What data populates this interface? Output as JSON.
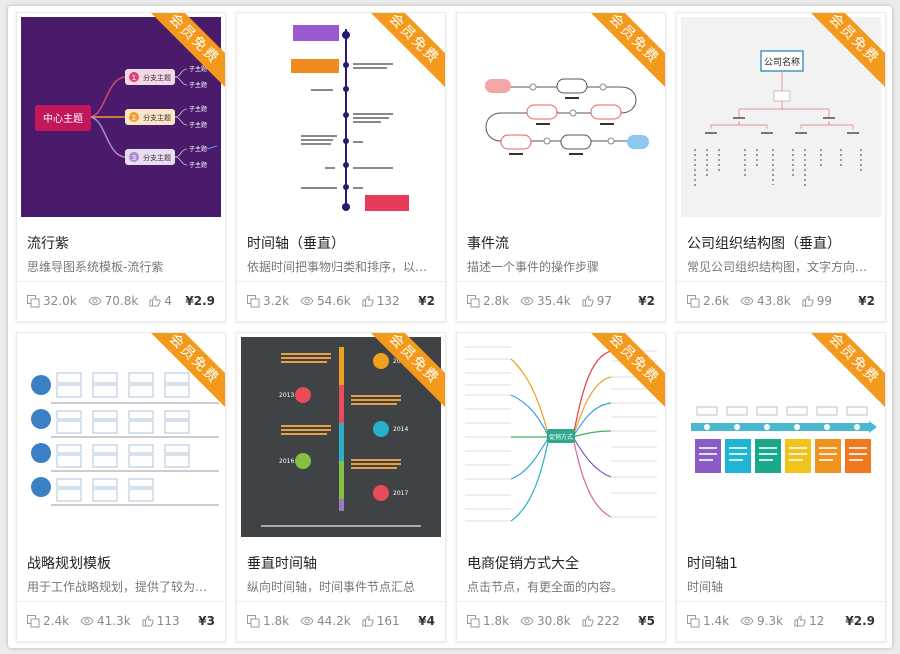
{
  "ribbon_label": "会员免费",
  "colors": {
    "ribbon": "#f39a1d",
    "price": "#333333"
  },
  "icons": {
    "copies": "copy-icon",
    "views": "eye-icon",
    "likes": "thumbs-up-icon"
  },
  "cards": [
    {
      "title": "流行紫",
      "desc": "思维导图系统模板-流行紫",
      "copies": "32.0k",
      "views": "70.8k",
      "likes": "4",
      "price": "¥2.9",
      "thumb": {
        "center": "中心主题",
        "branches": [
          "1",
          "分支主题",
          "2",
          "分支主题",
          "3",
          "分支主题"
        ],
        "sub": "子主题"
      }
    },
    {
      "title": "时间轴（垂直）",
      "desc": "依据时间把事物归类和排序，以…",
      "copies": "3.2k",
      "views": "54.6k",
      "likes": "132",
      "price": "¥2"
    },
    {
      "title": "事件流",
      "desc": "描述一个事件的操作步骤",
      "copies": "2.8k",
      "views": "35.4k",
      "likes": "97",
      "price": "¥2"
    },
    {
      "title": "公司组织结构图（垂直）",
      "desc": "常见公司组织结构图，文字方向…",
      "copies": "2.6k",
      "views": "43.8k",
      "likes": "99",
      "price": "¥2",
      "thumb": {
        "company": "公司名称"
      }
    },
    {
      "title": "战略规划模板",
      "desc": "用于工作战略规划，提供了较为…",
      "copies": "2.4k",
      "views": "41.3k",
      "likes": "113",
      "price": "¥3"
    },
    {
      "title": "垂直时间轴",
      "desc": "纵向时间轴，时间事件节点汇总",
      "copies": "1.8k",
      "views": "44.2k",
      "likes": "161",
      "price": "¥4",
      "thumb": {
        "years": [
          "2012",
          "2013",
          "2014",
          "2016",
          "2017"
        ]
      }
    },
    {
      "title": "电商促销方式大全",
      "desc": "点击节点，有更全面的内容。",
      "copies": "1.8k",
      "views": "30.8k",
      "likes": "222",
      "price": "¥5",
      "thumb": {
        "center": "促销方式"
      }
    },
    {
      "title": "时间轴1",
      "desc": "时间轴",
      "copies": "1.4k",
      "views": "9.3k",
      "likes": "12",
      "price": "¥2.9"
    }
  ]
}
